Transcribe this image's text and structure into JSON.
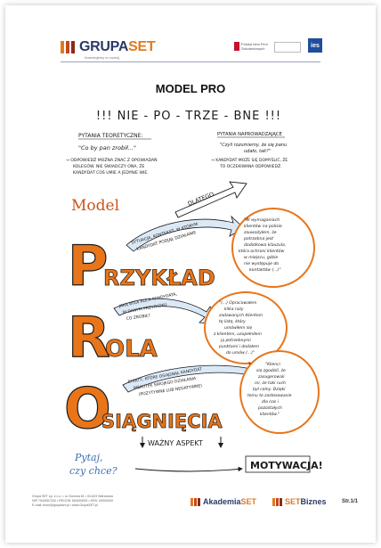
{
  "header": {
    "logo_prefix": "GRUPA",
    "logo_suffix": "SET",
    "logo_tagline": "Inwestujemy w rozwój",
    "partner1": "Polska Izba Firm Szkoleniowych",
    "partner2": "",
    "partner3": "ies"
  },
  "title": "MODEL PRO",
  "sketch": {
    "headline": "!!! NIE - PO - TRZE - BNE !!!",
    "left_heading": "PYTANIA TEORETYCZNE:",
    "left_quote": "\"Co by pan zrobił...\"",
    "left_note1": "→ ODPOWIEDŹ MOŻNA ZNAĆ Z OPOWIADAŃ",
    "left_note2": "KOLEGÓW. NIE ŚWIADCZY ONA, ŻE",
    "left_note3": "KANDYDAT COŚ UMIE A JEDYNIE WIE.",
    "right_heading": "PYTANIA NAPROWADZAJĄCE",
    "right_quote1": "\"Czyli rozumiemy, że się panu",
    "right_quote2": "udało, tak?\"",
    "right_note1": "→ KANDYDAT MOŻE SIĘ DOMYŚLIĆ, ŻE",
    "right_note2": "TO OCZEKIWANA ODPOWIEDŹ.",
    "dlatego": "DLATEGO...",
    "model": "Model",
    "p_word": "RZYKŁAD",
    "p_letter": "P",
    "r_word": "OLA",
    "r_letter": "R",
    "o_word": "SIĄGNIĘCIA",
    "o_letter": "O",
    "p_arrow1": "SYTUACJA, KONTEKST, W KTÓRYM",
    "p_arrow2": "KANDYDAT PODJĄŁ DZIAŁANIE",
    "p_cloud1": "\"W wymaganiach",
    "p_cloud2": "klientów na polisie",
    "p_cloud3": "zauważyłem, że",
    "p_cloud4": "potrzebna jest",
    "p_cloud5": "dodatkowa klauzula,",
    "p_cloud6": "która ochroni klientów",
    "p_cloud7": "w miejscu, gdzie",
    "p_cloud8": "nie występuje do",
    "p_cloud9": "kontaktów (...)\"",
    "r_arrow1": "JAKĄ BYŁA ROLA KANDYDATA,",
    "r_arrow2": "W DANYM PRZYPADKU",
    "r_arrow3": "CO ZROBIŁ?",
    "r_cloud1": "\"(...) Opracowałem",
    "r_cloud2": "kilka razy",
    "r_cloud3": "zadawanych klientom",
    "r_cloud4": "tę listę, który",
    "r_cloud5": "umówiłem się",
    "r_cloud6": "z klientem, uzupełniłem",
    "r_cloud7": "ją potrzebnymi",
    "r_cloud8": "punktami i dodałem",
    "r_cloud9": "do umów (...)\"",
    "o_arrow1": "EFEKTY, KTÓRE OSIĄGNĄŁ KANDYDAT",
    "o_arrow2": "WSKUTEK SWOJEGO DZIAŁANIA",
    "o_arrow3": "(POZYTYWNE LUB NEGATYWNE)",
    "o_cloud1": "\"Klienci",
    "o_cloud2": "się zgodzili, że",
    "o_cloud3": "zasugerowali",
    "o_cloud4": "mi, że taki ruch",
    "o_cloud5": "był celny. Dzięki",
    "o_cloud6": "temu to zastosowanie",
    "o_cloud7": "dla nas i",
    "o_cloud8": "pozostałych",
    "o_cloud9": "klientów.\"",
    "wazny": "WAŻNY ASPEKT",
    "pytaj1": "Pytaj,",
    "pytaj2": "czy chce?",
    "motywacja": "MOTYWACJA!"
  },
  "footer": {
    "line1": "Grupa SET sp. z o.o. • ul. Dworca 61 • 00-623 Warszawa",
    "line2": "NIP 7542657200 • REGON 160490000 • KRS: 00000000",
    "line3": "E-mail: biuro@grupaset.pl • www.GrupaSET.pl",
    "logo1_prefix": "Akademia",
    "logo1_suffix": "SET",
    "logo2_prefix": "SET",
    "logo2_suffix": "Biznes",
    "page": "Str.1/1"
  },
  "colors": {
    "orange": "#e8751a",
    "dark_orange": "#c9541a",
    "blue": "#3a6fb0",
    "navy": "#2b3a67",
    "ink": "#1a1a1a"
  }
}
